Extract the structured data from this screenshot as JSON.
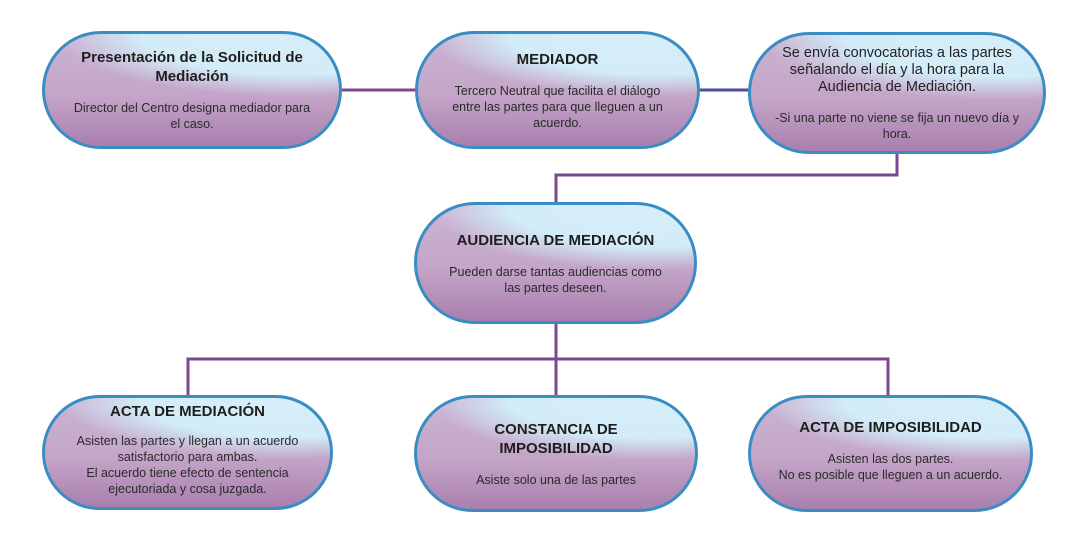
{
  "colors": {
    "connector": "#7b4a8e",
    "connector_blue": "#4a4f9a",
    "node_border": "#3a8dc3",
    "node_top": "#d3ecf8",
    "node_bottom": "#a97fae"
  },
  "nodes": {
    "presentacion": {
      "title": "Presentación de la Solicitud de Mediación",
      "body": "Director del Centro designa mediador para el caso."
    },
    "mediador": {
      "title": "MEDIADOR",
      "body": "Tercero Neutral que facilita el diálogo entre las partes para que lleguen a un acuerdo."
    },
    "convocatoria": {
      "title": "Se envía convocatorias a las partes señalando el día y la hora para la Audiencia de Mediación.",
      "body": "-Si una parte no viene se fija un nuevo día y hora."
    },
    "audiencia": {
      "title": "AUDIENCIA DE MEDIACIÓN",
      "body": "Pueden darse tantas audiencias como las partes deseen."
    },
    "acta_mediacion": {
      "title": "ACTA DE MEDIACIÓN",
      "body_lines": [
        "Asisten las partes y llegan a un acuerdo satisfactorio para ambas.",
        "El acuerdo tiene efecto de sentencia ejecutoriada y cosa juzgada."
      ]
    },
    "constancia": {
      "title": "CONSTANCIA DE IMPOSIBILIDAD",
      "body": "Asiste solo una de las partes"
    },
    "acta_imposibilidad": {
      "title": "ACTA DE IMPOSIBILIDAD",
      "body_lines": [
        "Asisten las dos partes.",
        "No es posible que lleguen a un acuerdo."
      ]
    }
  }
}
